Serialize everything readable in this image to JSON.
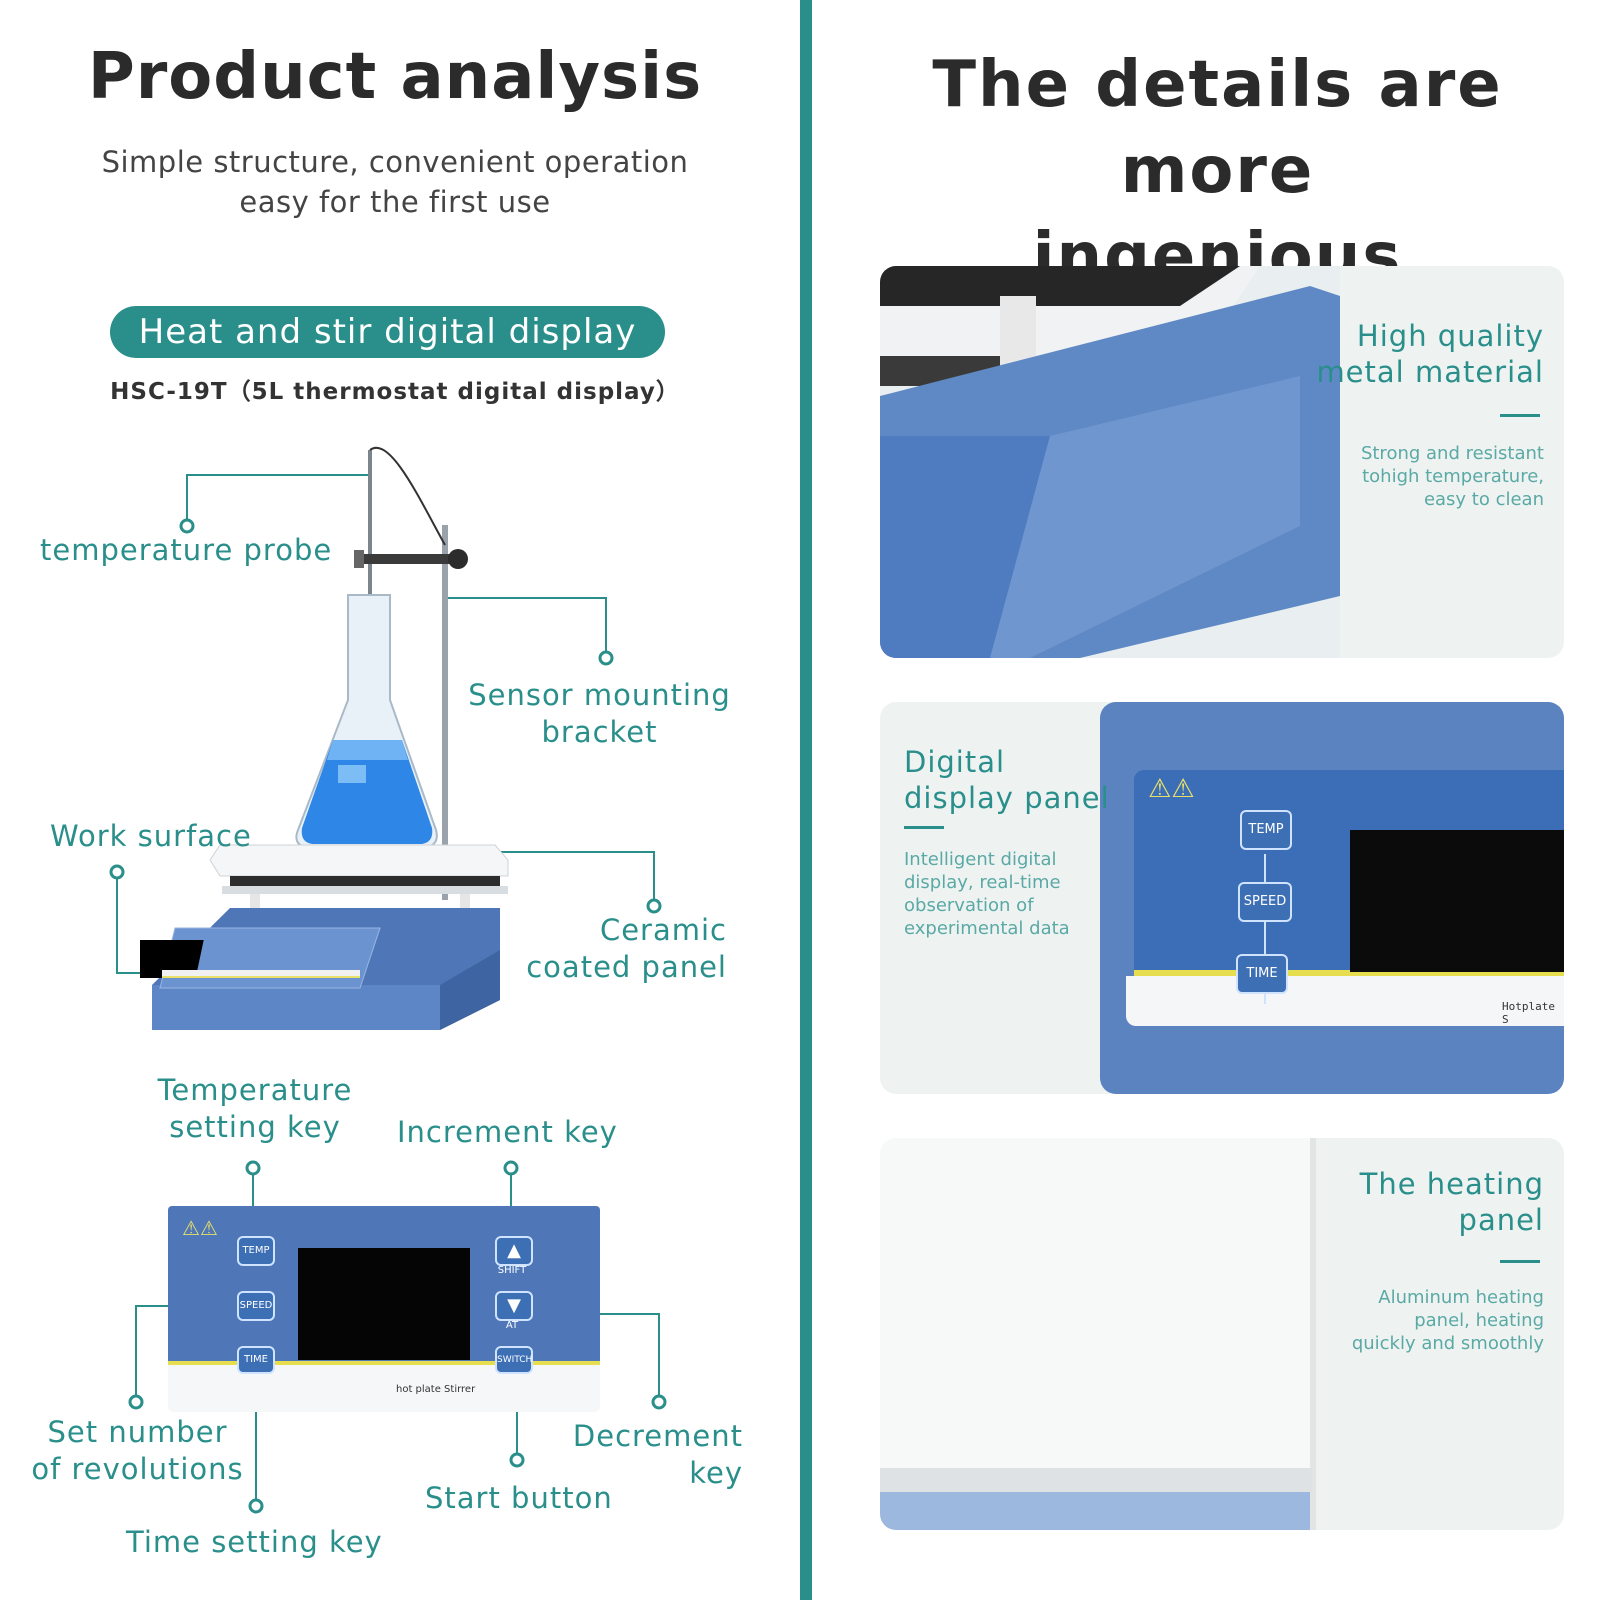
{
  "left": {
    "title": "Product analysis",
    "subtitle_line1": "Simple structure, convenient operation",
    "subtitle_line2": "easy for the first use",
    "pill": "Heat and stir digital display",
    "model": "HSC-19T（5L thermostat digital display）",
    "device_labels": {
      "temperature_probe": "temperature probe",
      "sensor_bracket_line1": "Sensor mounting",
      "sensor_bracket_line2": "bracket",
      "work_surface": "Work surface",
      "ceramic_line1": "Ceramic",
      "ceramic_line2": "coated panel"
    },
    "panel_labels": {
      "temp_key_line1": "Temperature",
      "temp_key_line2": "setting key",
      "increment_key": "Increment key",
      "revolutions_line1": "Set number",
      "revolutions_line2": "of revolutions",
      "decrement_line1": "Decrement",
      "decrement_line2": "key",
      "start_button": "Start button",
      "time_key": "Time setting key"
    },
    "panel_keys": {
      "temp": "TEMP",
      "speed": "SPEED",
      "time": "TIME",
      "shift": "SHIFT",
      "at": "AT",
      "switch": "SWITCH",
      "brand": "hot plate Stirrer"
    }
  },
  "right": {
    "title_line1": "The details are more",
    "title_line2": "ingenious",
    "cards": [
      {
        "title_line1": "High quality",
        "title_line2": "metal material",
        "text_line1": "Strong and resistant",
        "text_line2": "tohigh temperature,",
        "text_line3": "easy to clean"
      },
      {
        "title_line1": "Digital",
        "title_line2": "display panel",
        "text_line1": "Intelligent digital",
        "text_line2": "display, real-time",
        "text_line3": "observation of",
        "text_line4": "experimental data",
        "keys": {
          "temp": "TEMP",
          "speed": "SPEED",
          "time": "TIME"
        },
        "brand": "Hotplate S"
      },
      {
        "title_line1": "The heating",
        "title_line2": "panel",
        "text_line1": "Aluminum heating",
        "text_line2": "panel, heating",
        "text_line3": "quickly and smoothly"
      }
    ]
  },
  "colors": {
    "accent": "#2a8f8b",
    "device_blue": "#4f77b8",
    "title": "#2b2b2b"
  }
}
